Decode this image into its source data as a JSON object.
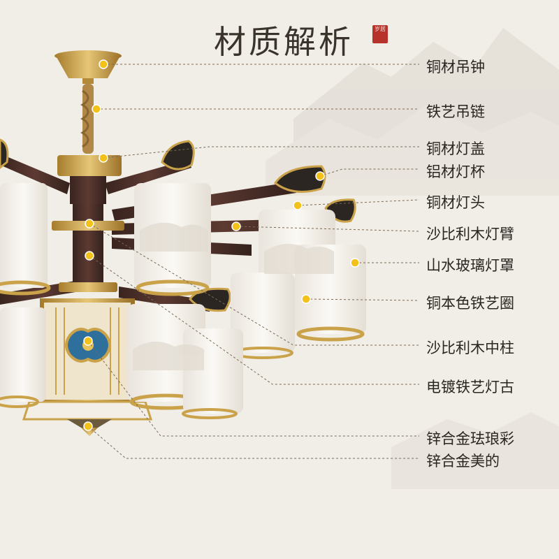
{
  "header": {
    "title": "材质解析",
    "seal_text": "岁居"
  },
  "colors": {
    "background": "#f1ede7",
    "brass": "#c9a24a",
    "wood": "#4a2f2a",
    "glass": "#f6f3ee",
    "enamel_blue": "#2f6f9c",
    "leader_line": "#7a6a55",
    "marker": "#f2c21a"
  },
  "labels": [
    {
      "text": "铜材吊钟"
    },
    {
      "text": "铁艺吊链"
    },
    {
      "text": "铜材灯盖"
    },
    {
      "text": "铝材灯杯"
    },
    {
      "text": "铜材灯头"
    },
    {
      "text": "沙比利木灯臂"
    },
    {
      "text": "山水玻璃灯罩"
    },
    {
      "text": "铜本色铁艺圈"
    },
    {
      "text": "沙比利木中柱"
    },
    {
      "text": "电镀铁艺灯古"
    },
    {
      "text": "锌合金珐琅彩"
    },
    {
      "text": "锌合金美的"
    }
  ]
}
